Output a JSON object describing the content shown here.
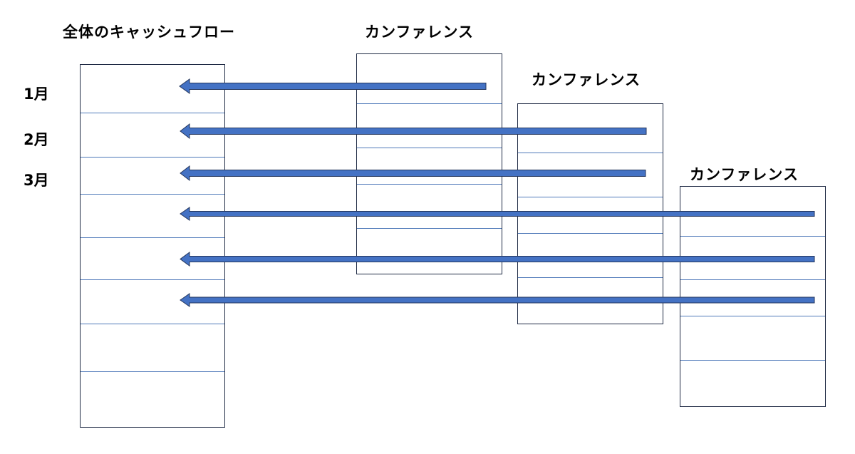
{
  "labels": {
    "overall": "全体のキャッシュフロー",
    "conf1": "カンファレンス",
    "conf2": "カンファレンス",
    "conf3": "カンファレンス"
  },
  "months": [
    "1月",
    "2月",
    "3月"
  ],
  "colors": {
    "box_border": "#1f2a44",
    "row_line": "#4f79b9",
    "arrow_fill": "#4472c4",
    "arrow_stroke": "#24365c"
  }
}
